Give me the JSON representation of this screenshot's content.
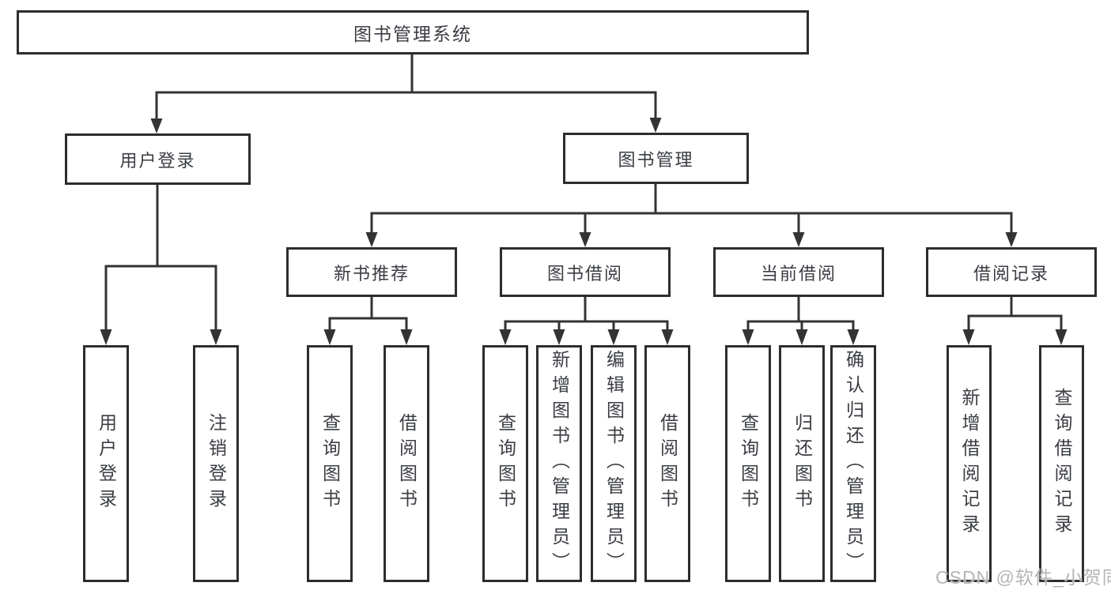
{
  "diagram": {
    "tree": {
      "root": "图书管理系统",
      "branches": [
        {
          "label": "用户登录",
          "children": [
            {
              "label": "用户登录"
            },
            {
              "label": "注销登录"
            }
          ]
        },
        {
          "label": "图书管理",
          "modules": [
            {
              "label": "新书推荐",
              "children": [
                {
                  "label": "查询图书"
                },
                {
                  "label": "借阅图书"
                }
              ]
            },
            {
              "label": "图书借阅",
              "children": [
                {
                  "label": "查询图书"
                },
                {
                  "label": "新增图书（管理员）"
                },
                {
                  "label": "编辑图书（管理员）"
                },
                {
                  "label": "借阅图书"
                }
              ]
            },
            {
              "label": "当前借阅",
              "children": [
                {
                  "label": "查询图书"
                },
                {
                  "label": "归还图书"
                },
                {
                  "label": "确认归还（管理员）"
                }
              ]
            },
            {
              "label": "借阅记录",
              "children": [
                {
                  "label": "新增借阅记录"
                },
                {
                  "label": "查询借阅记录"
                }
              ]
            }
          ]
        }
      ]
    },
    "watermark": "CSDN @软件_小贺同学",
    "colors": {
      "line": "#333333",
      "box_border": "#2d2d2d",
      "text": "#3a3d42",
      "watermark": "#b5b5b5",
      "background": "#ffffff"
    }
  }
}
